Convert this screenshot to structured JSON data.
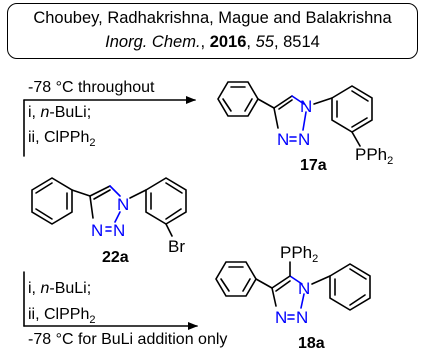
{
  "reference": {
    "authors": "Choubey, Radhakrishna, Mague and Balakrishna",
    "journal": "Inorg. Chem.",
    "year": "2016",
    "volume": "55",
    "page": "8514",
    "sep": ", "
  },
  "step_top": {
    "condition": "-78 °C throughout",
    "reagent_1_prefix": "i, ",
    "reagent_1_italic": "n",
    "reagent_1_rest": "-BuLi;",
    "reagent_2": "ii, ClPPh",
    "reagent_2_sub": "2"
  },
  "step_bottom": {
    "reagent_1_prefix": "i, ",
    "reagent_1_italic": "n",
    "reagent_1_rest": "-BuLi;",
    "reagent_2": "ii, ClPPh",
    "reagent_2_sub": "2",
    "condition": "-78 °C for BuLi addition only"
  },
  "atoms": {
    "N": "N",
    "Br": "Br",
    "PPh": "PPh",
    "sub2": "2"
  },
  "compounds": {
    "product_top": "17a",
    "starting": "22a",
    "product_bottom": "18a"
  },
  "colors": {
    "nitrogen": "#0000ff",
    "bond": "#000000"
  }
}
